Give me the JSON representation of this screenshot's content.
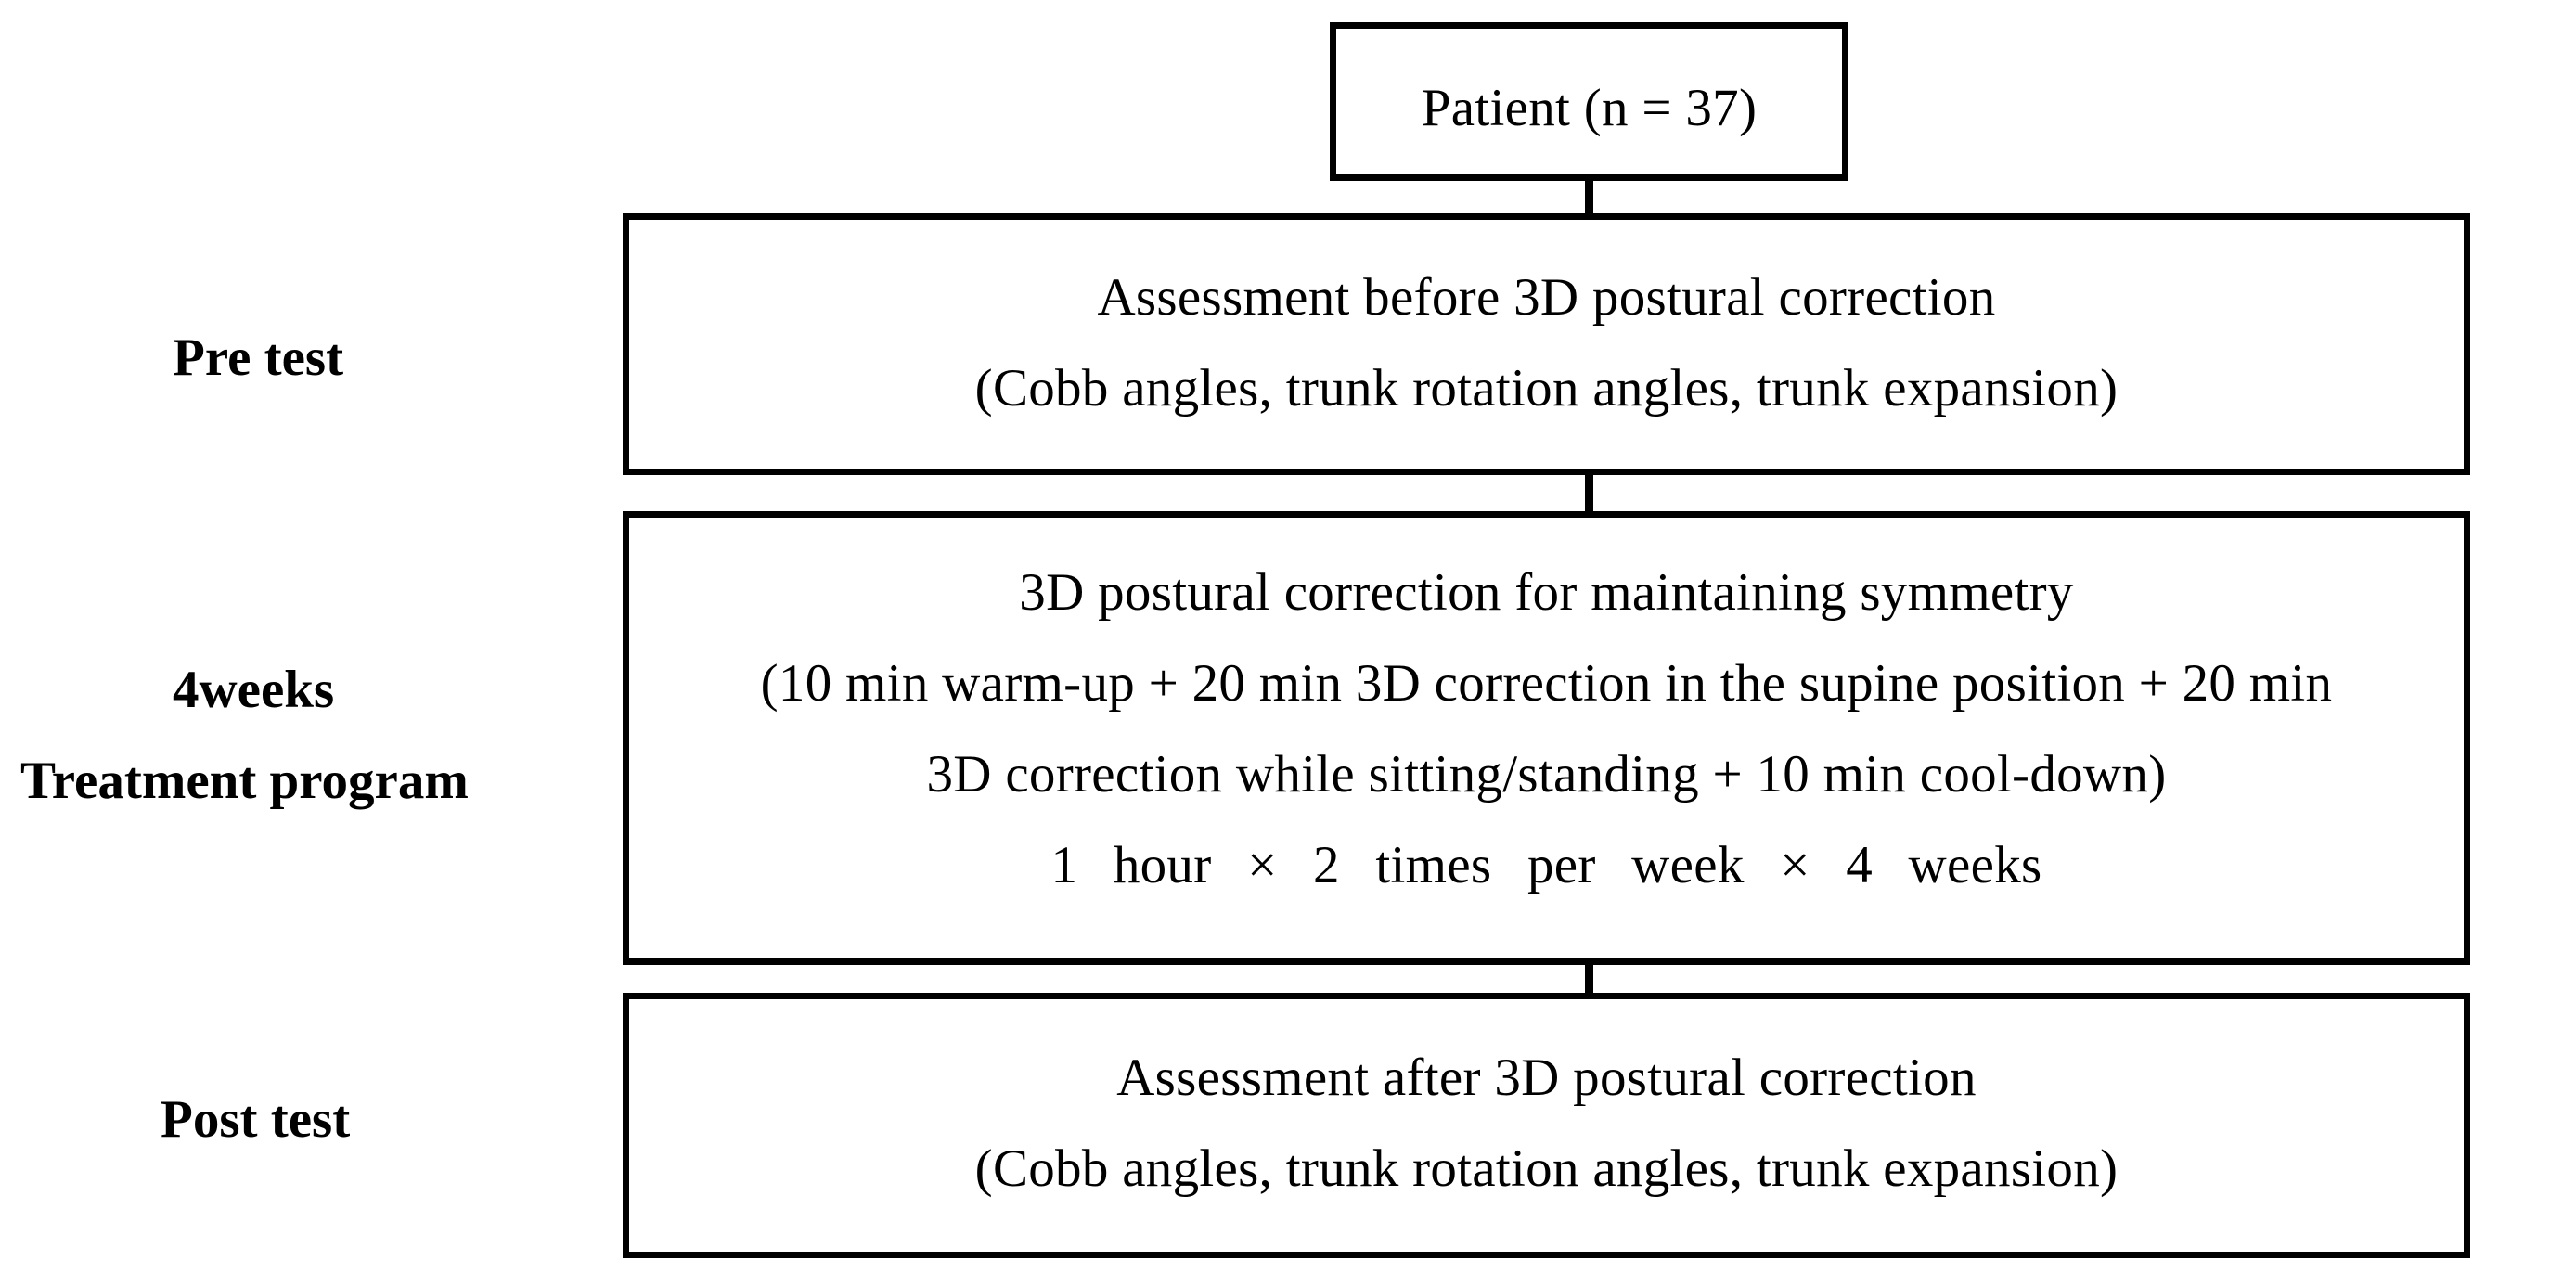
{
  "diagram": {
    "patient_box": {
      "text": "Patient (n = 37)"
    },
    "pre_test": {
      "label": "Pre test",
      "line1": "Assessment before 3D postural correction",
      "line2": "(Cobb angles, trunk rotation angles, trunk expansion)"
    },
    "treatment": {
      "label_line1": "4weeks",
      "label_line2": "Treatment program",
      "line1": "3D postural correction for maintaining symmetry",
      "line2": "(10 min warm-up + 20 min 3D correction in the supine position + 20 min",
      "line3": "3D correction while sitting/standing + 10 min cool-down)",
      "line4": "1 hour × 2 times per week × 4 weeks"
    },
    "post_test": {
      "label": "Post test",
      "line1": "Assessment after 3D postural correction",
      "line2": "(Cobb angles, trunk rotation angles, trunk expansion)"
    }
  }
}
